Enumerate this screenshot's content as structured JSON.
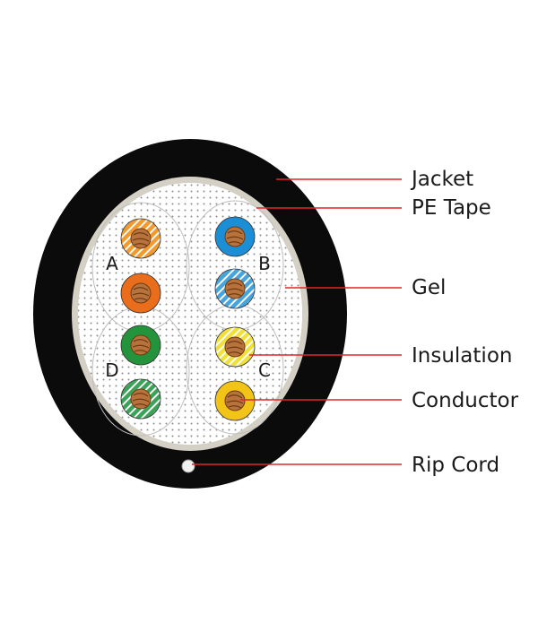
{
  "diagram": {
    "colors": {
      "background": "#ffffff",
      "jacket": "#0b0b0b",
      "tape": "#d5d0c6",
      "gel": "#ffffff",
      "gel_dot": "#8d8d8d",
      "leader": "#e0262b",
      "label_text": "#1a1a1a",
      "pair_outline": "#bdbdbd",
      "copper": "#b8733c",
      "copper_dark": "#6e3a14",
      "white": "#ffffff",
      "rip_cord": "#f2f2f2"
    },
    "labels": {
      "jacket": "Jacket",
      "pe_tape": "PE Tape",
      "gel": "Gel",
      "insulation": "Insulation",
      "conductor": "Conductor",
      "rip_cord": "Rip Cord"
    },
    "pairs": [
      {
        "letter": "A",
        "color_name": "orange",
        "color": "#f39a2e",
        "solid": "#ea6d1b"
      },
      {
        "letter": "B",
        "color_name": "blue",
        "color": "#46a4dd",
        "solid": "#1b8ed6"
      },
      {
        "letter": "C",
        "color_name": "yellow",
        "color": "#f2e03a",
        "solid": "#f2c418"
      },
      {
        "letter": "D",
        "color_name": "green",
        "color": "#3aa357",
        "solid": "#23943c"
      }
    ]
  }
}
